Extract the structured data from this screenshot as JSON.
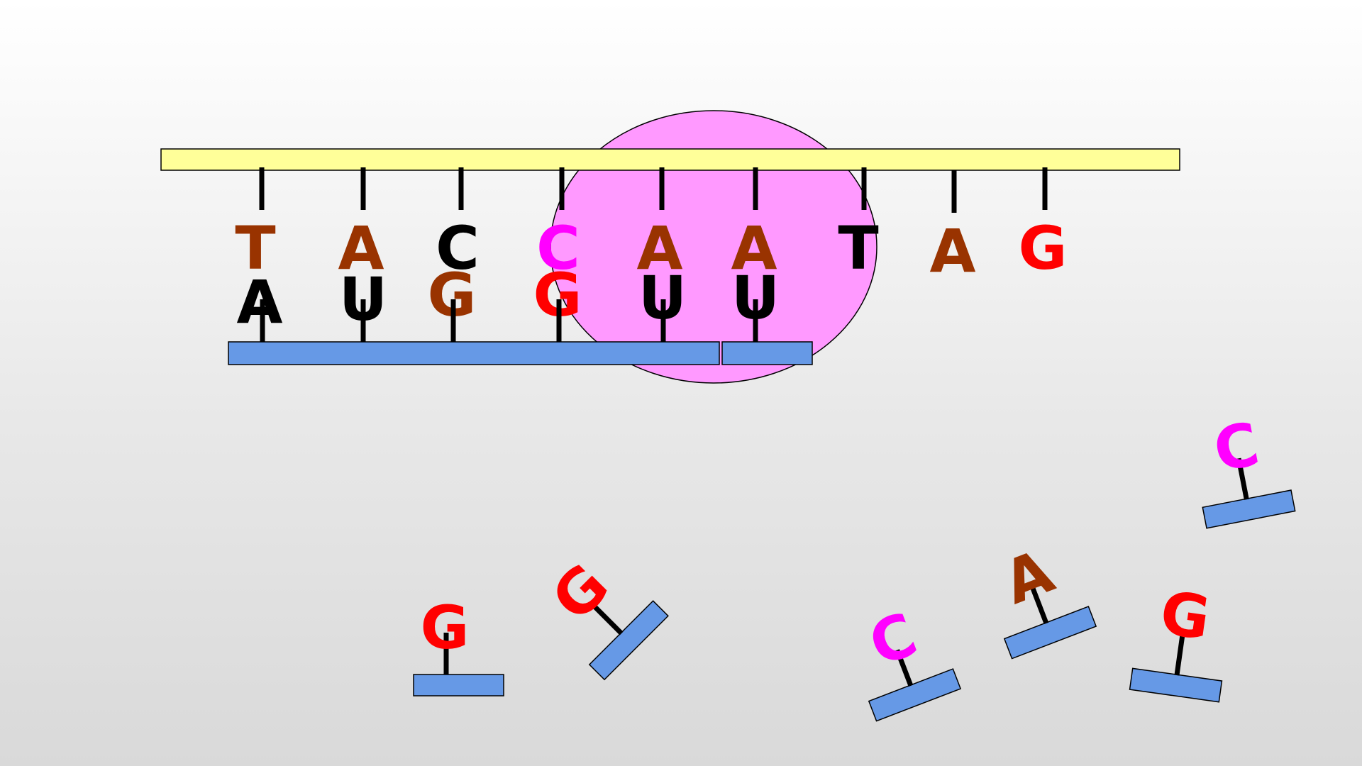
{
  "colors": {
    "ribosome": "#ff99ff",
    "dna_strand": "#ffff99",
    "mrna_backbone": "#6699e6",
    "stem": "#000000",
    "T": "#993300",
    "A": "#993300",
    "C_black": "#000000",
    "C_magenta": "#ff00ff",
    "G_red": "#ff0000",
    "G_brown": "#993300",
    "U": "#000000"
  },
  "template_strand": {
    "bases": [
      {
        "letter": "T",
        "color": "#993300"
      },
      {
        "letter": "A",
        "color": "#993300"
      },
      {
        "letter": "C",
        "color": "#000000"
      },
      {
        "letter": "C",
        "color": "#ff00ff"
      },
      {
        "letter": "A",
        "color": "#993300"
      },
      {
        "letter": "A",
        "color": "#993300"
      },
      {
        "letter": "T",
        "color": "#000000"
      },
      {
        "letter": "A",
        "color": "#993300"
      },
      {
        "letter": "G",
        "color": "#ff0000"
      }
    ]
  },
  "new_strand": {
    "bases": [
      {
        "letter": "A",
        "color": "#000000"
      },
      {
        "letter": "U",
        "color": "#000000"
      },
      {
        "letter": "G",
        "color": "#993300"
      },
      {
        "letter": "G",
        "color": "#ff0000"
      },
      {
        "letter": "U",
        "color": "#000000"
      },
      {
        "letter": "U",
        "color": "#000000"
      }
    ]
  },
  "free_nucleotides": [
    {
      "letter": "G",
      "color": "#ff0000"
    },
    {
      "letter": "G",
      "color": "#ff0000"
    },
    {
      "letter": "C",
      "color": "#ff00ff"
    },
    {
      "letter": "A",
      "color": "#993300"
    },
    {
      "letter": "G",
      "color": "#ff0000"
    },
    {
      "letter": "C",
      "color": "#ff00ff"
    }
  ]
}
